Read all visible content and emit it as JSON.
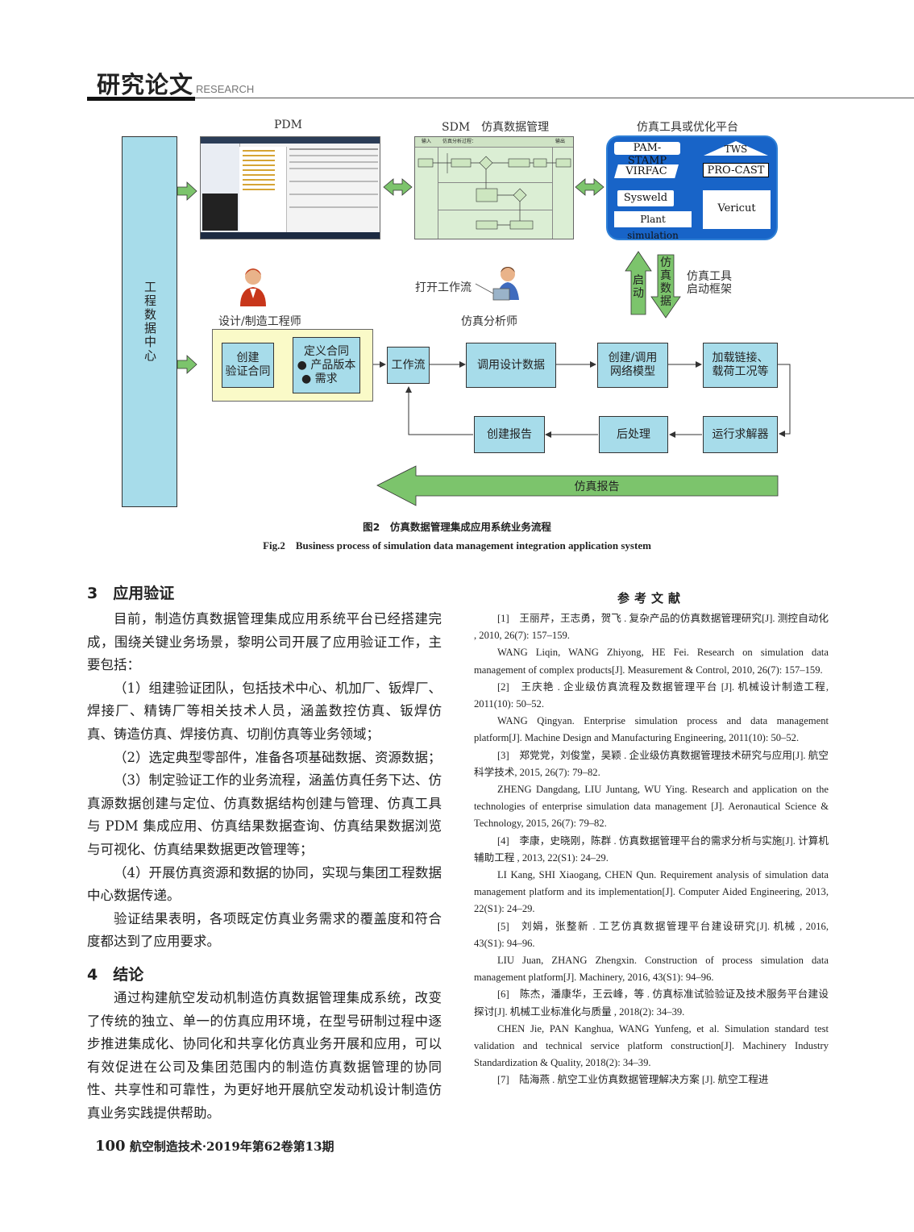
{
  "header": {
    "title": "研究论文",
    "subtitle": "RESEARCH"
  },
  "figure": {
    "labels": {
      "pdm": "PDM",
      "sdm": "SDM　仿真数据管理",
      "tools": "仿真工具或优化平台",
      "center": "工程数据中心",
      "open_workflow": "打开工作流",
      "designer": "设计/制造工程师",
      "analyst": "仿真分析师",
      "launch": "启动",
      "sim_data": "仿真数据",
      "framework": "仿真工具\n启动框架"
    },
    "tools": [
      "PAM-STAMP",
      "TWS",
      "VIRFAC",
      "PRO-CAST",
      "Sysweld",
      "Vericut",
      "Plant simulation"
    ],
    "sdm_mock": {
      "input": "输入",
      "header": "仿真分析过程：",
      "output": "输出"
    },
    "boxes": {
      "create_contract": "创建\n验证合同",
      "define_contract_title": "定义合同",
      "define_contract_items": [
        "产品版本",
        "需求"
      ],
      "workflow": "工作流",
      "call_design": "调用设计数据",
      "create_mesh": "创建/调用\n网络模型",
      "load": "加载链接、\n载荷工况等",
      "create_report": "创建报告",
      "post": "后处理",
      "run_solver": "运行求解器",
      "sim_report": "仿真报告"
    },
    "caption_zh": "图2　仿真数据管理集成应用系统业务流程",
    "caption_en": "Fig.2　Business process of simulation data management integration application system"
  },
  "sec3": {
    "title": "3　应用验证",
    "paras": [
      "目前，制造仿真数据管理集成应用系统平台已经搭建完成，围绕关键业务场景，黎明公司开展了应用验证工作，主要包括：",
      "（1）组建验证团队，包括技术中心、机加厂、钣焊厂、焊接厂、精铸厂等相关技术人员，涵盖数控仿真、钣焊仿真、铸造仿真、焊接仿真、切削仿真等业务领域；",
      "（2）选定典型零部件，准备各项基础数据、资源数据；",
      "（3）制定验证工作的业务流程，涵盖仿真任务下达、仿真源数据创建与定位、仿真数据结构创建与管理、仿真工具与 PDM 集成应用、仿真结果数据查询、仿真结果数据浏览与可视化、仿真结果数据更改管理等；",
      "（4）开展仿真资源和数据的协同，实现与集团工程数据中心数据传递。",
      "验证结果表明，各项既定仿真业务需求的覆盖度和符合度都达到了应用要求。"
    ]
  },
  "sec4": {
    "title": "4　结论",
    "paras": [
      "通过构建航空发动机制造仿真数据管理集成系统，改变了传统的独立、单一的仿真应用环境，在型号研制过程中逐步推进集成化、协同化和共享化仿真业务开展和应用，可以有效促进在公司及集团范围内的制造仿真数据管理的协同性、共享性和可靠性，为更好地开展航空发动机设计制造仿真业务实践提供帮助。"
    ]
  },
  "refs": {
    "title": "参考文献",
    "items": [
      "[1]　王丽芹，王志勇，贺飞 . 复杂产品的仿真数据管理研究[J]. 测控自动化 , 2010, 26(7): 157–159.",
      "WANG Liqin, WANG Zhiyong, HE Fei. Research on simulation data management of complex products[J]. Measurement & Control, 2010, 26(7): 157–159.",
      "[2]　王庆艳 . 企业级仿真流程及数据管理平台 [J]. 机械设计制造工程, 2011(10): 50–52.",
      "WANG Qingyan. Enterprise simulation process and data management platform[J]. Machine Design and Manufacturing Engineering, 2011(10): 50–52.",
      "[3]　郑党党，刘俊堂，吴颖 . 企业级仿真数据管理技术研究与应用[J]. 航空科学技术, 2015, 26(7): 79–82.",
      "ZHENG Dangdang, LIU Juntang, WU Ying. Research and application on the technologies of enterprise simulation data management [J]. Aeronautical Science & Technology, 2015, 26(7): 79–82.",
      "[4]　李康，史晓刚，陈群 . 仿真数据管理平台的需求分析与实施[J]. 计算机辅助工程 , 2013, 22(S1): 24–29.",
      "LI Kang, SHI Xiaogang, CHEN Qun. Requirement analysis of simulation data management platform and its implementation[J]. Computer Aided Engineering, 2013, 22(S1): 24–29.",
      "[5]　刘娟，张整新 . 工艺仿真数据管理平台建设研究[J]. 机械 , 2016, 43(S1): 94–96.",
      "LIU Juan, ZHANG Zhengxin. Construction of process simulation data management platform[J]. Machinery, 2016, 43(S1): 94–96.",
      "[6]　陈杰，潘康华，王云峰，等 . 仿真标准试验验证及技术服务平台建设探讨[J]. 机械工业标准化与质量 , 2018(2): 34–39.",
      "CHEN Jie, PAN Kanghua, WANG Yunfeng, et al. Simulation standard test validation and technical service platform construction[J]. Machinery Industry Standardization & Quality, 2018(2): 34–39.",
      "[7]　陆海燕 . 航空工业仿真数据管理解决方案 [J]. 航空工程进"
    ]
  },
  "footer": {
    "page": "100",
    "journal": "航空制造技术·2019年第62卷第13期"
  }
}
